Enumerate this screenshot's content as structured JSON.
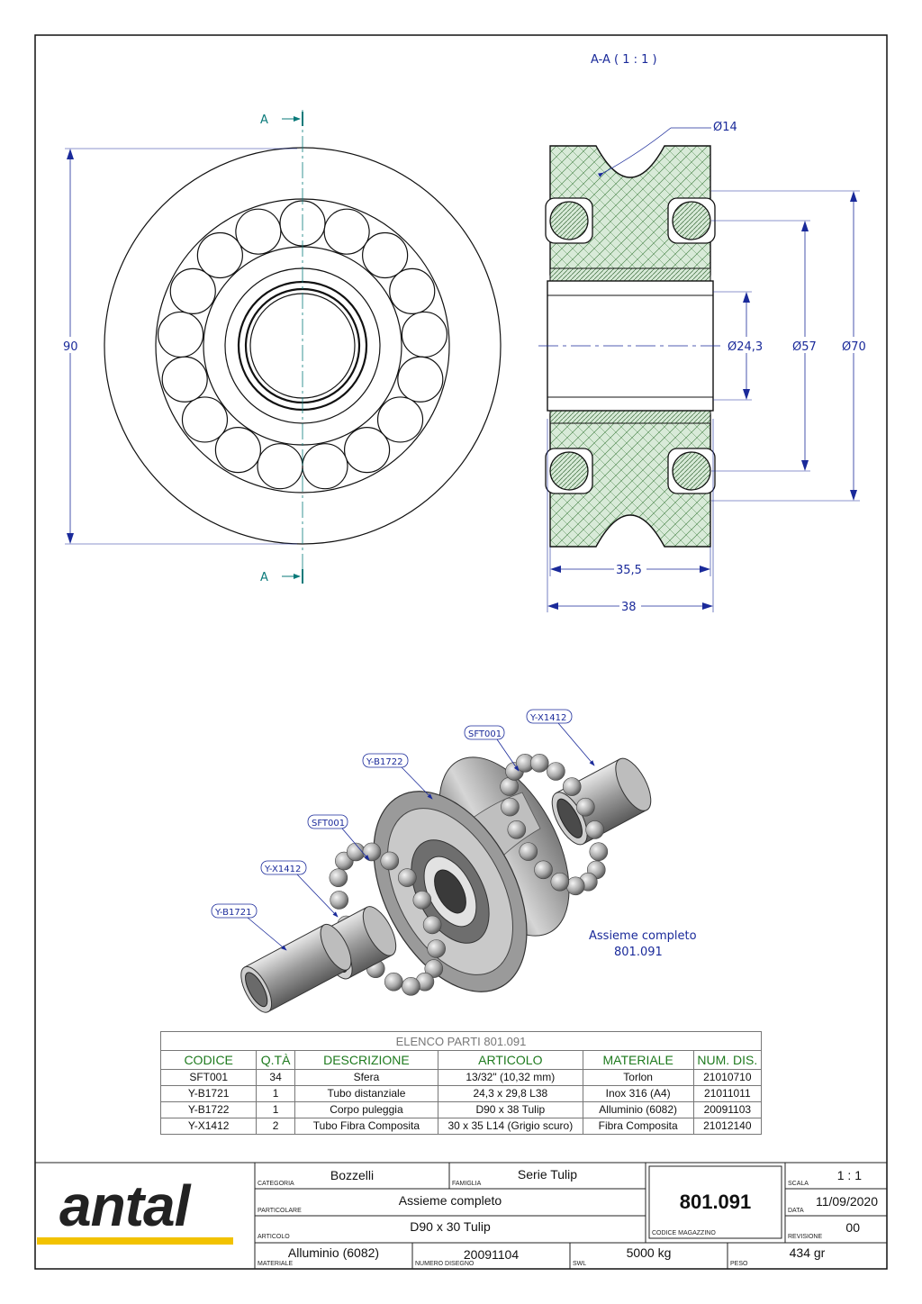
{
  "drawing": {
    "section_title": "A-A ( 1 : 1 )",
    "section_mark": "A",
    "dims": {
      "outer_height": "90",
      "groove": "Ø14",
      "bore": "Ø24,3",
      "ball_circle": "Ø57",
      "rim": "Ø70",
      "inner_width": "35,5",
      "total_width": "38"
    },
    "callouts": [
      "Y-X1412",
      "SFT001",
      "Y-B1722",
      "SFT001",
      "Y-X1412",
      "Y-B1721"
    ],
    "assembly_label_1": "Assieme completo",
    "assembly_label_2": "801.091"
  },
  "parts_list": {
    "title": "ELENCO PARTI 801.091",
    "headers": [
      "CODICE",
      "Q.TÀ",
      "DESCRIZIONE",
      "ARTICOLO",
      "MATERIALE",
      "NUM. DIS."
    ],
    "rows": [
      [
        "SFT001",
        "34",
        "Sfera",
        "13/32\" (10,32 mm)",
        "Torlon",
        "21010710"
      ],
      [
        "Y-B1721",
        "1",
        "Tubo distanziale",
        "24,3 x 29,8  L38",
        "Inox 316 (A4)",
        "21011011"
      ],
      [
        "Y-B1722",
        "1",
        "Corpo puleggia",
        "D90 x 38 Tulip",
        "Alluminio (6082)",
        "20091103"
      ],
      [
        "Y-X1412",
        "2",
        "Tubo Fibra Composita",
        "30 x 35  L14  (Grigio scuro)",
        "Fibra Composita",
        "21012140"
      ]
    ]
  },
  "title_block": {
    "logo": "antal",
    "categoria_label": "CATEGORIA",
    "categoria": "Bozzelli",
    "famiglia_label": "FAMIGLIA",
    "famiglia": "Serie Tulip",
    "particolare_label": "PARTICOLARE",
    "particolare": "Assieme completo",
    "articolo_label": "ARTICOLO",
    "articolo": "D90 x 30 Tulip",
    "codice_label": "CODICE MAGAZZINO",
    "codice": "801.091",
    "scala_label": "SCALA",
    "scala": "1 : 1",
    "data_label": "DATA",
    "data": "11/09/2020",
    "revisione_label": "REVISIONE",
    "revisione": "00",
    "materiale_label": "MATERIALE",
    "materiale": "Alluminio (6082)",
    "numero_label": "NUMERO DISEGNO",
    "numero": "20091104",
    "swl_label": "SWL",
    "swl": "5000 kg",
    "peso_label": "PESO",
    "peso": "434 gr"
  },
  "colors": {
    "dimension": "#1a2a9a",
    "section": "#0a7a7a",
    "hatch_fill": "#d8ead8",
    "header_green": "#1e7a1e",
    "logo_stripe": "#f2c200"
  }
}
